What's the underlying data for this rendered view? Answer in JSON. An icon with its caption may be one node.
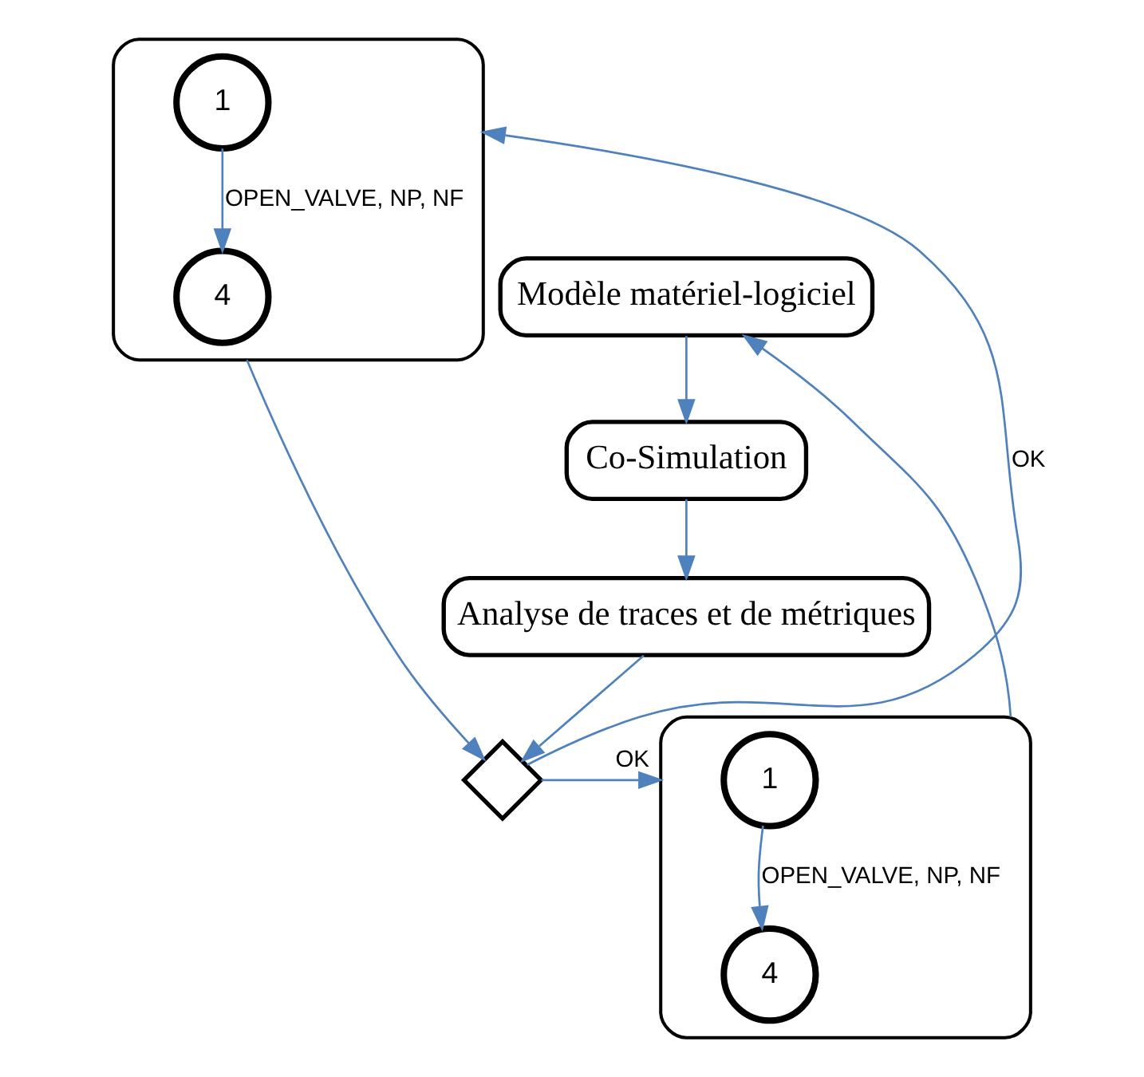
{
  "diagram": {
    "nodes": [
      {
        "text": [],
        "shape": "box"
      },
      {
        "text": [
          "1"
        ],
        "in": 0
      },
      {
        "text": [
          "4"
        ],
        "in": 0
      },
      {
        "text": [
          "Modèle matériel-logiciel"
        ]
      },
      {
        "text": [
          "Co-Simulation"
        ]
      },
      {
        "text": [
          "Analyse de traces et de métriques"
        ]
      },
      {
        "text": [],
        "shape": "diamond"
      },
      {
        "text": [],
        "shape": "box"
      },
      {
        "text": [
          "1"
        ],
        "in": 7
      },
      {
        "text": [
          "4"
        ],
        "in": 7
      }
    ],
    "edges": [
      {
        "from": 1,
        "to": 2,
        "arrow": "to",
        "label": "OPEN_VALVE, NP, NF"
      },
      {
        "from": 7,
        "to": 3,
        "arrow": "to"
      },
      {
        "from": 3,
        "to": 4,
        "arrow": "to"
      },
      {
        "from": 4,
        "to": 5,
        "arrow": "to"
      },
      {
        "from": 5,
        "to": 6,
        "arrow": "to"
      },
      {
        "from": 0,
        "to": 6,
        "arrow": "to"
      },
      {
        "from": 6,
        "to": 7,
        "arrow": "to",
        "label": "OK"
      },
      {
        "from": 6,
        "to": 0,
        "arrow": "to",
        "label": "OK"
      },
      {
        "from": 8,
        "to": 9,
        "arrow": "to",
        "label": "OPEN_VALVE, NP, NF"
      }
    ]
  }
}
